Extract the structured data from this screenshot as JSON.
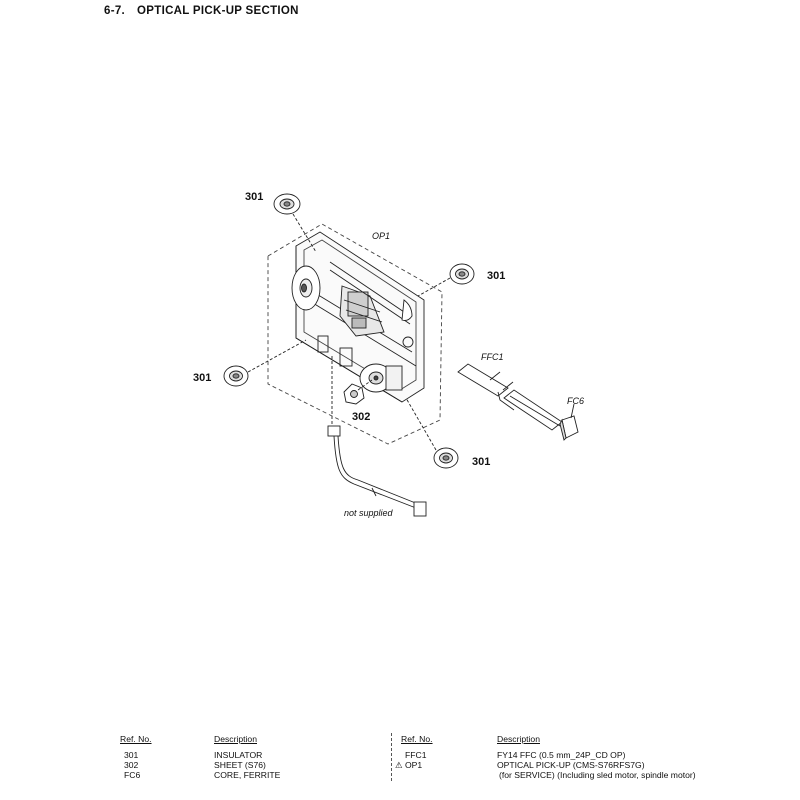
{
  "section": {
    "number": "6-7.",
    "title": "OPTICAL PICK-UP SECTION"
  },
  "callouts": {
    "insulator_tl": "301",
    "insulator_tr": "301",
    "insulator_l": "301",
    "insulator_br": "301",
    "sheet": "302",
    "op1": "OP1",
    "ffc1": "FFC1",
    "fc6": "FC6",
    "not_supplied": "not supplied"
  },
  "parts_table": {
    "headers": {
      "ref_no": "Ref. No.",
      "description": "Description"
    },
    "left": [
      {
        "ref": "301",
        "desc": "INSULATOR"
      },
      {
        "ref": "302",
        "desc": "SHEET (S76)"
      },
      {
        "ref": "FC6",
        "desc": "CORE, FERRITE"
      }
    ],
    "right": [
      {
        "ref": "FFC1",
        "desc": "FY14 FFC (0.5 mm_24P_CD OP)"
      },
      {
        "ref": "OP1",
        "desc": "OPTICAL PICK-UP (CMS-S76RFS7G)",
        "warning": "⚠"
      },
      {
        "ref": "",
        "desc": "(for SERVICE) (Including sled motor, spindle motor)"
      }
    ]
  }
}
